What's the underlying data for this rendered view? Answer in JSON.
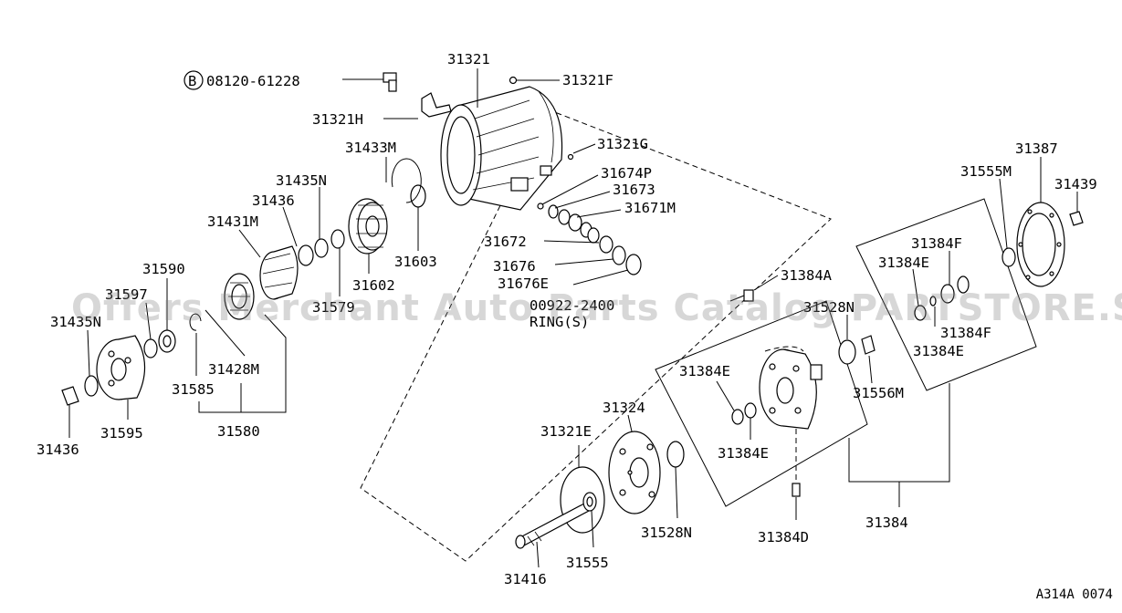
{
  "diagram": {
    "labels": {
      "p31321": "31321",
      "p31321F": "31321F",
      "p31321H": "31321H",
      "p31321G": "31321G",
      "bolt": "08120-61228",
      "bolt_prefix": "B",
      "p31433M": "31433M",
      "p31435N_top": "31435N",
      "p31436_top": "31436",
      "p31431M": "31431M",
      "p31590": "31590",
      "p31597": "31597",
      "p31435N_left": "31435N",
      "p31428M": "31428M",
      "p31585": "31585",
      "p31580": "31580",
      "p31595": "31595",
      "p31436_bottom": "31436",
      "p31602": "31602",
      "p31603": "31603",
      "p31579": "31579",
      "p31674P": "31674P",
      "p31673": "31673",
      "p31671M": "31671M",
      "p31672": "31672",
      "p31676": "31676",
      "p31676E": "31676E",
      "ring_code": "00922-2400",
      "ring_text": "RING(S)",
      "p31387": "31387",
      "p31555M": "31555M",
      "p31439": "31439",
      "p31384F_top": "31384F",
      "p31384E_top": "31384E",
      "p31384F_bottom": "31384F",
      "p31384E_bottom": "31384E",
      "p31384A": "31384A",
      "p31528N_top": "31528N",
      "p31556M": "31556M",
      "p31384E_mid": "31384E",
      "p31384E_low": "31384E",
      "p31324": "31324",
      "p31321E": "31321E",
      "p31528N_bottom": "31528N",
      "p31384D": "31384D",
      "p31384": "31384",
      "p31416": "31416",
      "p31555": "31555"
    },
    "watermark": "Offers Merchant Auto Parts Catalog PARTSTORE.SA",
    "code": "A314A 0074"
  }
}
